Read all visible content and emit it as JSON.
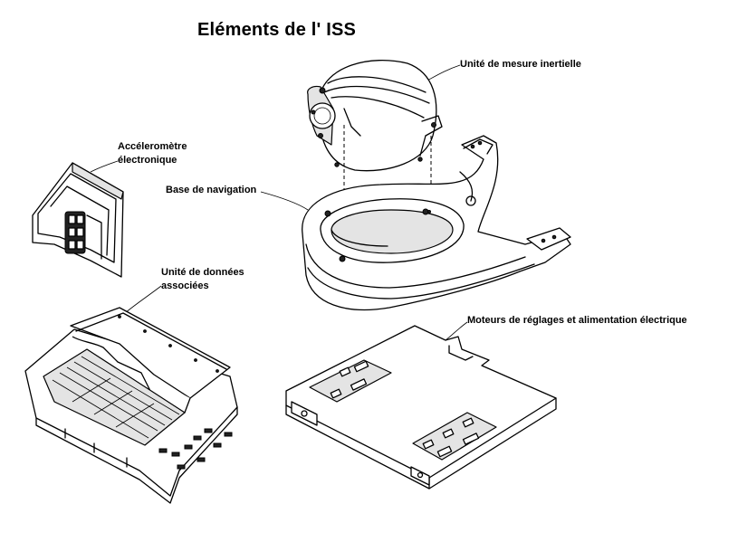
{
  "title": "Eléments de l' ISS",
  "labels": {
    "imu": "Unité de mesure inertielle",
    "accelerometer_line1": "Accéleromètre",
    "accelerometer_line2": "électronique",
    "nav_base": "Base de navigation",
    "data_unit_line1": "Unité de données",
    "data_unit_line2": "associées",
    "motors": "Moteurs de réglages et alimentation électrique"
  }
}
